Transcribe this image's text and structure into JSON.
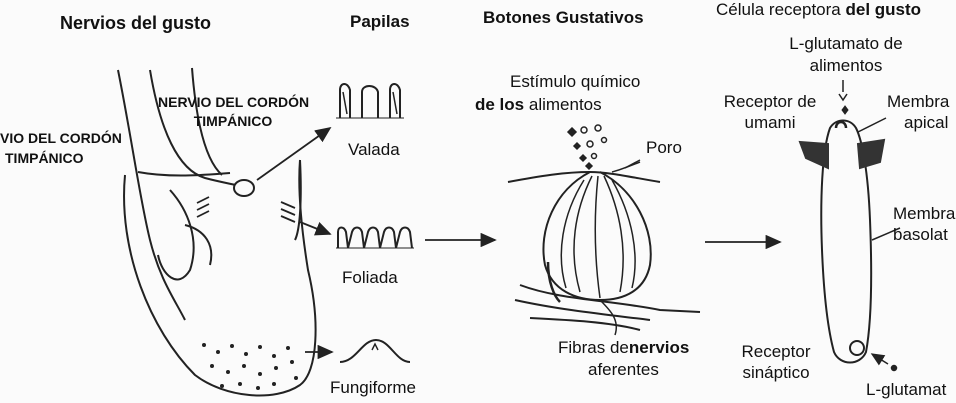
{
  "col1_title": "Nervios del gusto",
  "col2_title": "Papilas",
  "col3_title": "Botones Gustativos",
  "col4_title_regular": "Célula receptora",
  "col4_title_bold": "del gusto",
  "nerve_left_line1": "VIO DEL CORDÓN",
  "nerve_left_line2": "TIMPÁNICO",
  "nerve_mid_line1": "NERVIO DEL CORDÓN",
  "nerve_mid_line2": "TIMPÁNICO",
  "papilla_valada": "Valada",
  "papilla_foliada": "Foliada",
  "papilla_fungiforme": "Fungiforme",
  "stimulus_line1": "Estímulo químico",
  "stimulus_line2_bold": "de los",
  "stimulus_line2": "alimentos",
  "poro": "Poro",
  "fibers_line1_regular": "Fibras de",
  "fibers_line1_bold": "nervios",
  "fibers_line2": "aferentes",
  "lglu_top_line1": "L-glutamato de",
  "lglu_top_line2": "alimentos",
  "umami_line1": "Receptor de",
  "umami_line2": "umami",
  "apical_line1": "Membra",
  "apical_line2": "apical",
  "basolat_line1": "Membra",
  "basolat_line2": "basolat",
  "synaptic_line1": "Receptor",
  "synaptic_line2": "sináptico",
  "lglu_bottom": "L-glutamat"
}
